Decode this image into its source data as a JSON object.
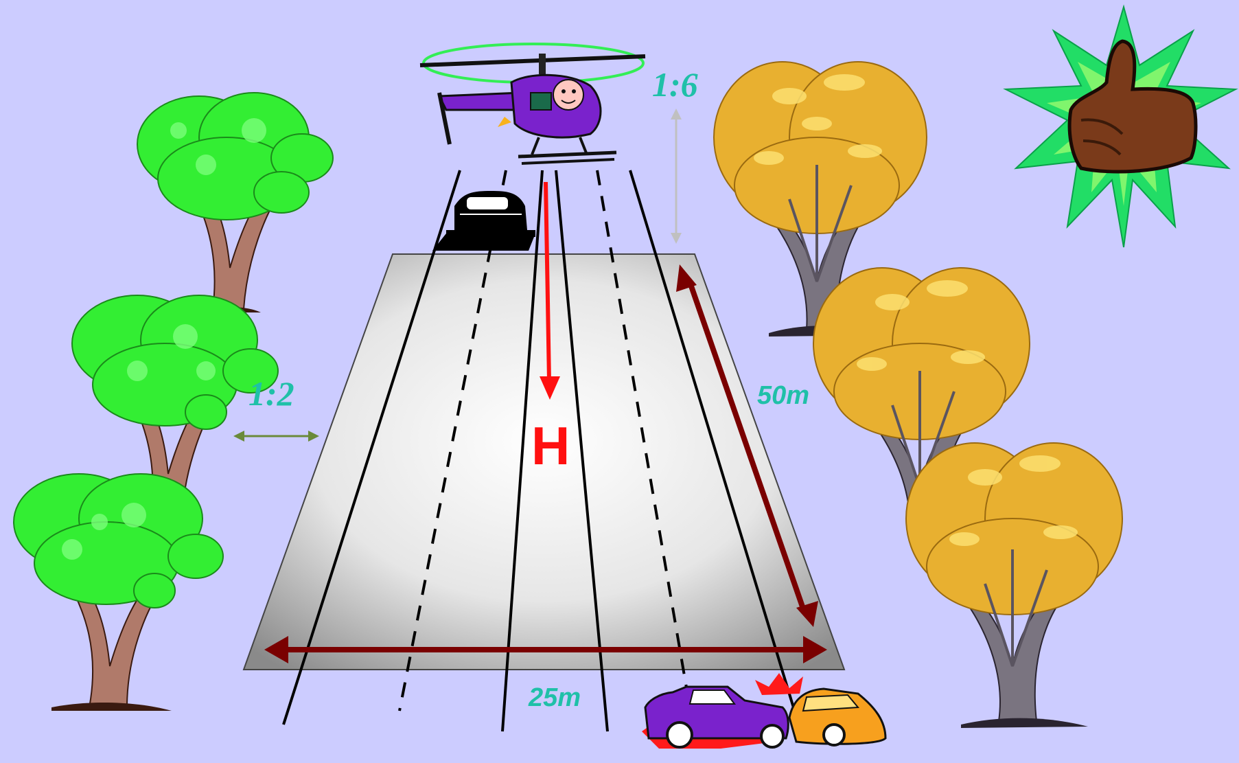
{
  "labels": {
    "ratio_side": "1:2",
    "ratio_top": "1:6",
    "length": "50m",
    "width": "25m",
    "marker": "H"
  },
  "colors": {
    "background": "#ccccff",
    "label_teal": "#1fc0a8",
    "arrow_darkred": "#7a0000",
    "arrow_red": "#ff1010",
    "green_tree": "#33ee33",
    "autumn_tree": "#e8b030",
    "helicopter": "#7a22cc",
    "starburst": "#22dd66"
  },
  "icons": [
    "helicopter-icon",
    "car-icon",
    "crashed-cars-icon",
    "thumbs-up-icon",
    "green-tree-icon",
    "autumn-tree-icon"
  ]
}
